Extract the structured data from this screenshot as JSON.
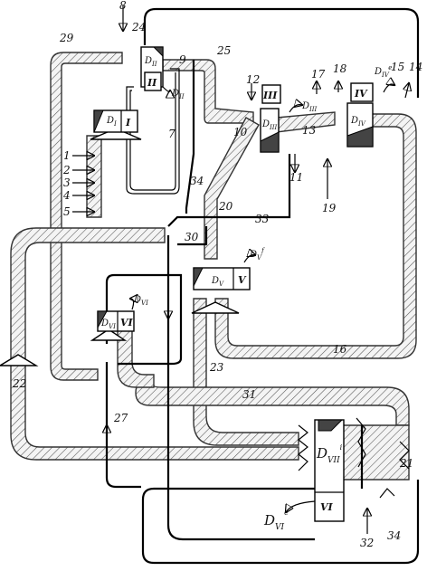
{
  "diagram": {
    "flow_numbers": {
      "n1": "1",
      "n2": "2",
      "n3": "3",
      "n4": "4",
      "n5": "5",
      "n7": "7",
      "n8": "8",
      "n9": "9",
      "n10": "10",
      "n11": "11",
      "n12": "12",
      "n13": "13",
      "n14": "14",
      "n15": "15",
      "n16": "16",
      "n17": "17",
      "n18": "18",
      "n19": "19",
      "n20": "20",
      "n21": "21",
      "n22": "22",
      "n23": "23",
      "n24": "24",
      "n25": "25",
      "n27": "27",
      "n29": "29",
      "n30": "30",
      "n31": "31",
      "n32": "32",
      "n33": "33",
      "n34a": "34",
      "n34b": "34"
    },
    "units": {
      "I": "I",
      "II": "II",
      "III": "III",
      "IV": "IV",
      "V": "V",
      "VI_left": "VI",
      "VI_bottom": "VI"
    },
    "labels": {
      "D_I": "D",
      "D_I_sub": "I",
      "D_II": "D",
      "D_II_sub": "II",
      "D_III": "D",
      "D_III_sub": "III",
      "D_IV": "D",
      "D_IV_sub": "IV",
      "D_V": "D",
      "D_V_sub": "V",
      "D_VI": "D",
      "D_VI_sub": "VI",
      "D_VII": "D",
      "D_VII_sub": "VII",
      "D_II_prod": "D",
      "D_II_prod_sub": "II",
      "D_III_prod": "D",
      "D_III_prod_sub": "III",
      "D_IV_e": "D",
      "D_IV_e_sub": "IV",
      "D_V_e": "D",
      "D_V_e_sub": "V",
      "D_VI_prod": "D",
      "D_VI_prod_sub": "VI",
      "D_VI_e": "D",
      "D_VI_e_sub": "VI",
      "sup_e": "e",
      "sup_i": "i",
      "sup_f": "f"
    }
  }
}
